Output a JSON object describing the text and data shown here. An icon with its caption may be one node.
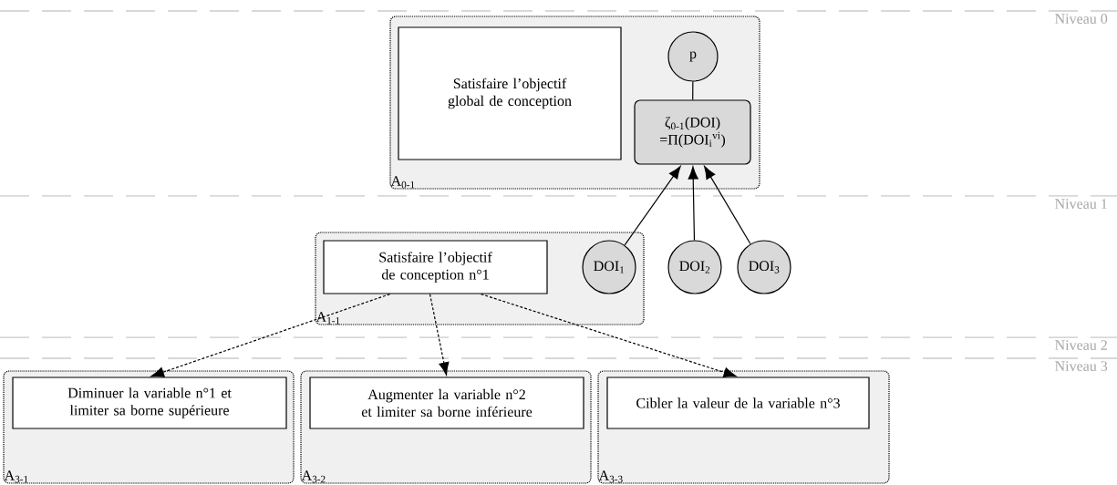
{
  "diagram": {
    "nodes": [
      {
        "text": [
          "A$_{0-1}$"
        ]
      },
      {
        "text": [
          "Satisfaire l’objectif global de conception"
        ],
        "in": 0
      },
      {
        "text": [
          "p"
        ],
        "in": 0
      },
      {
        "text": [
          "ζ$_{0-1}$(DOI) =Π(DOI$_{i}$$^{vi}$)"
        ],
        "in": 0
      },
      {
        "text": [
          "A$_{1-1}$"
        ]
      },
      {
        "text": [
          "Satisfaire l’objectif de conception n°1"
        ],
        "in": 4
      },
      {
        "text": [
          "DOI$_{1}$"
        ],
        "in": 4
      },
      {
        "text": [
          "DOI$_{2}$"
        ]
      },
      {
        "text": [
          "DOI$_{3}$"
        ]
      },
      {
        "text": [
          "A$_{3-1}$"
        ]
      },
      {
        "text": [
          "Diminuer la variable n°1 et limiter sa borne supérieure"
        ],
        "in": 9
      },
      {
        "text": [
          "A$_{3-2}$"
        ]
      },
      {
        "text": [
          "Augmenter la variable n°2 et limiter sa borne inférieure"
        ],
        "in": 11
      },
      {
        "text": [
          "A$_{3-3}$"
        ]
      },
      {
        "text": [
          "Cibler la valeur de la variable n°3"
        ],
        "in": 13
      }
    ],
    "edges": [
      {
        "from": 2,
        "to": 3,
        "arrow": "none"
      },
      {
        "from": 6,
        "to": 3,
        "arrow": "to"
      },
      {
        "from": 7,
        "to": 3,
        "arrow": "to"
      },
      {
        "from": 8,
        "to": 3,
        "arrow": "to"
      },
      {
        "from": 5,
        "to": 10,
        "arrow": "to",
        "style": "dashed"
      },
      {
        "from": 5,
        "to": 12,
        "arrow": "to",
        "style": "dashed"
      },
      {
        "from": 5,
        "to": 14,
        "arrow": "to",
        "style": "dashed"
      }
    ],
    "labels": [
      "Niveau 0",
      "Niveau 1",
      "Niveau 2",
      "Niveau 3"
    ]
  }
}
